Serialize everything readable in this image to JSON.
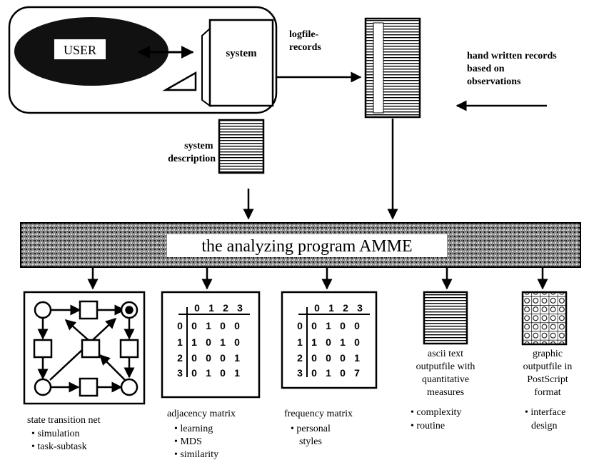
{
  "top": {
    "user_label": "USER",
    "system_label": "system",
    "logfile_label": [
      "logfile-",
      "records"
    ],
    "handwritten_label": [
      "hand written records",
      "based on",
      "observations"
    ],
    "system_description_label": [
      "system",
      "description"
    ]
  },
  "program": {
    "title": "the analyzing program AMME"
  },
  "outputs": {
    "state_net": {
      "title": "state transition net",
      "bullets": [
        "• simulation",
        "• task-subtask"
      ]
    },
    "adjacency": {
      "title": "adjacency matrix",
      "bullets": [
        "• learning",
        "• MDS",
        "• similarity"
      ],
      "header": [
        "0",
        "1",
        "2",
        "3"
      ],
      "rows": [
        {
          "label": "0",
          "cells": [
            "0",
            "1",
            "0",
            "0"
          ]
        },
        {
          "label": "1",
          "cells": [
            "1",
            "0",
            "1",
            "0"
          ]
        },
        {
          "label": "2",
          "cells": [
            "0",
            "0",
            "0",
            "1"
          ]
        },
        {
          "label": "3",
          "cells": [
            "0",
            "1",
            "0",
            "1"
          ]
        }
      ]
    },
    "frequency": {
      "title": "frequency matrix",
      "bullets": [
        "• personal",
        "styles"
      ],
      "header": [
        "0",
        "1",
        "2",
        "3"
      ],
      "rows": [
        {
          "label": "0",
          "cells": [
            "0",
            "1",
            "0",
            "0"
          ]
        },
        {
          "label": "1",
          "cells": [
            "1",
            "0",
            "1",
            "0"
          ]
        },
        {
          "label": "2",
          "cells": [
            "0",
            "0",
            "0",
            "1"
          ]
        },
        {
          "label": "3",
          "cells": [
            "0",
            "1",
            "0",
            "7"
          ]
        }
      ]
    },
    "ascii": {
      "title": [
        "ascii text",
        "outputfile with",
        "quantitative",
        "measures"
      ],
      "bullets": [
        "• complexity",
        "• routine"
      ]
    },
    "graphic": {
      "title": [
        "graphic",
        "outputfile in",
        "PostScript",
        "format"
      ],
      "bullets": [
        "• interface",
        "design"
      ]
    }
  }
}
